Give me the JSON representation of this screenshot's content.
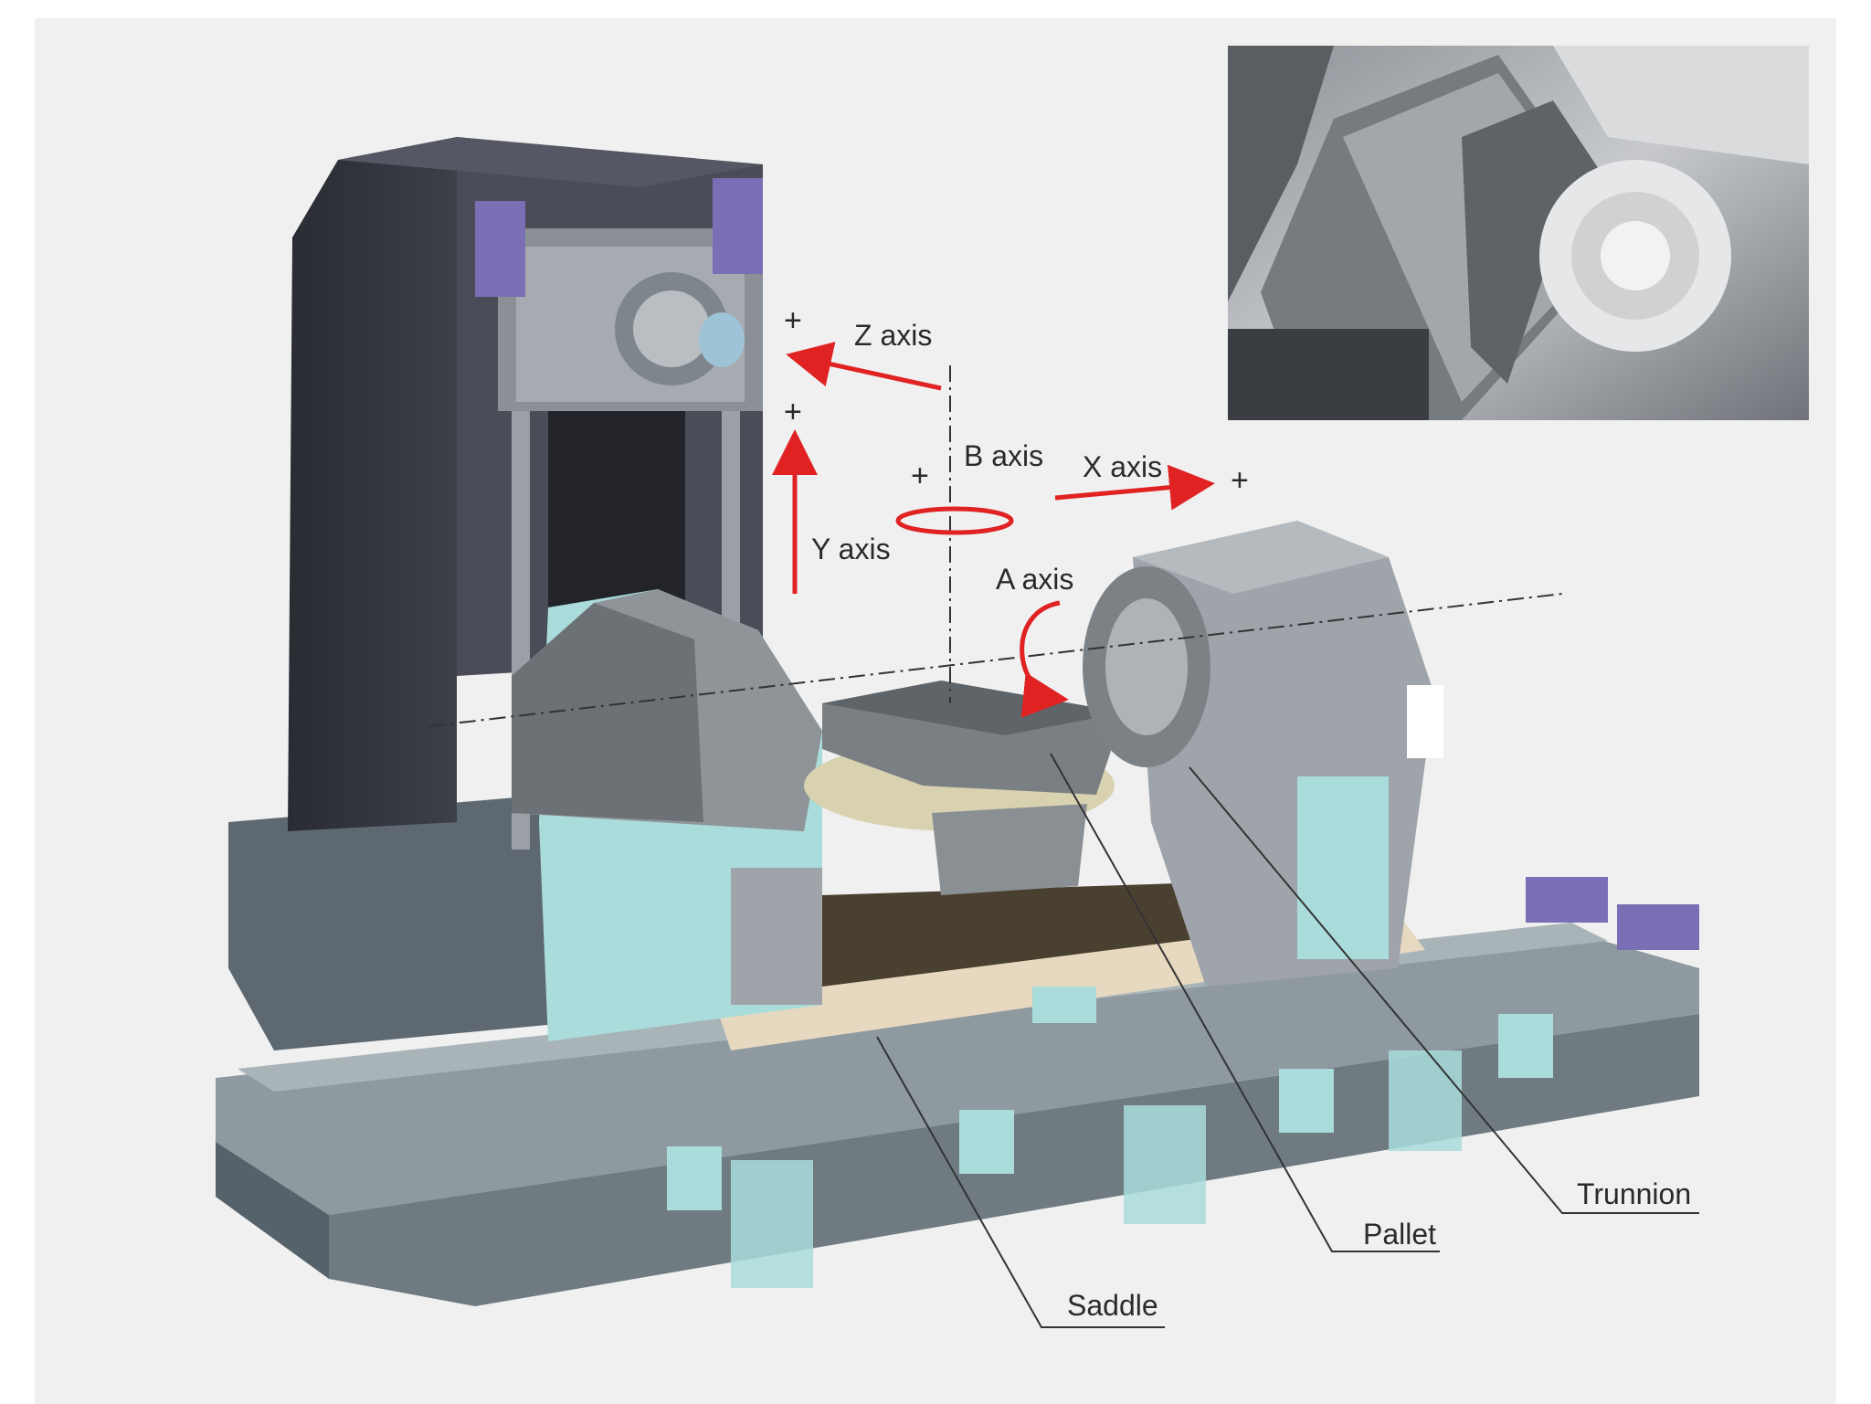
{
  "axes": {
    "z": {
      "label": "Z axis",
      "sign": "+"
    },
    "y": {
      "label": "Y axis",
      "sign": "+"
    },
    "b": {
      "label": "B axis",
      "sign": "+"
    },
    "x": {
      "label": "X axis",
      "sign": "+"
    },
    "a": {
      "label": "A axis"
    }
  },
  "callouts": {
    "trunnion": "Trunnion",
    "pallet": "Pallet",
    "saddle": "Saddle"
  },
  "colors": {
    "arrow": "#e02222",
    "base": "#8e9aa0",
    "base_accent": "#a9dcda",
    "column": "#34363f",
    "saddle": "#e7d9bf",
    "motor": "#7a6fb4"
  }
}
